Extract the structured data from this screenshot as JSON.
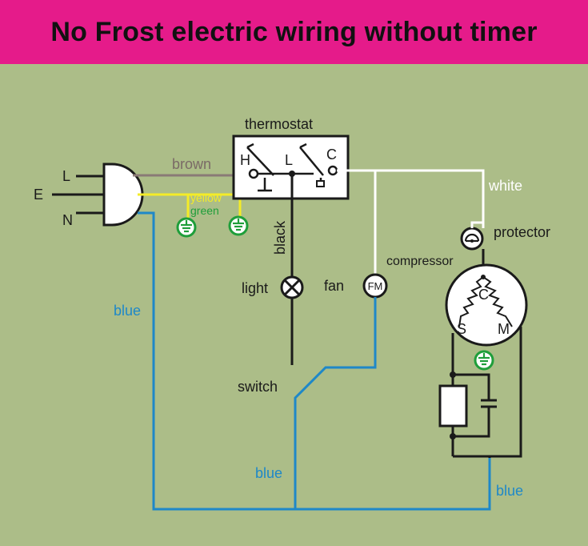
{
  "title": "No Frost electric wiring without timer",
  "colors": {
    "banner": "#e51b8a",
    "background": "#acbd88",
    "blue_wire": "#1e88c8",
    "white_wire": "#ffffff",
    "brown_wire": "#8a7a76",
    "yellow_wire": "#f4ec27",
    "green_ground": "#1f9e3a"
  },
  "plug": {
    "pin_L": "L",
    "pin_E": "E",
    "pin_N": "N"
  },
  "wires": {
    "brown": "brown",
    "yellow": "yellow",
    "green": "green",
    "black": "black",
    "white": "white",
    "blue_left": "blue",
    "blue_bottom": "blue",
    "blue_right": "blue"
  },
  "thermostat": {
    "label": "thermostat",
    "terminal_h": "H",
    "terminal_l": "L",
    "terminal_c": "C"
  },
  "components": {
    "light": "light",
    "fan": "fan",
    "fan_symbol": "FM",
    "switch": "switch",
    "protector": "protector",
    "compressor": "compressor",
    "compressor_c": "C",
    "compressor_s": "S",
    "compressor_m": "M"
  },
  "icons": [
    "ground-icon",
    "lamp-icon",
    "fan-motor-icon",
    "protector-icon",
    "capacitor-icon",
    "relay-icon"
  ]
}
